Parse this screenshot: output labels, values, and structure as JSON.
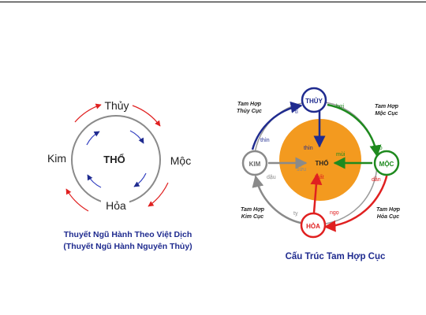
{
  "left_diagram": {
    "top_label": "Thủy",
    "left_label": "Kim",
    "right_label": "Mộc",
    "bottom_label": "Hỏa",
    "center_label": "THỔ",
    "caption_line1": "Thuyết Ngũ Hành Theo Việt Dịch",
    "caption_line2": "(Thuyết Ngũ Hành Nguyên Thủy)"
  },
  "right_diagram": {
    "nodes": {
      "thuy": "THỦY",
      "moc": "MỘC",
      "hoa": "HỎA",
      "kim": "KIM",
      "tho": "THỔ"
    },
    "branches": {
      "hoi": "hợi",
      "ti": "tí",
      "thin_outer": "thìn",
      "thin_inner": "thìn",
      "mui": "mùi",
      "mao": "mão",
      "dan": "dần",
      "suu": "sửu",
      "tuat": "tuất",
      "dau": "dậu",
      "ngo": "ngọ",
      "ty": "tỵ"
    },
    "groups": {
      "thuy_line1": "Tam Hợp",
      "thuy_line2": "Thủy Cục",
      "moc_line1": "Tam Hợp",
      "moc_line2": "Mộc Cục",
      "hoa_line1": "Tam Hợp",
      "hoa_line2": "Hỏa Cục",
      "kim_line1": "Tam Hợp",
      "kim_line2": "Kim Cục"
    },
    "caption": "Cấu Trúc Tam Hợp Cục"
  },
  "colors": {
    "blue": "#1f2b8f",
    "green": "#1e8a1e",
    "red": "#e02020",
    "gray": "#8a8a8a",
    "orange": "#f39a1f"
  }
}
